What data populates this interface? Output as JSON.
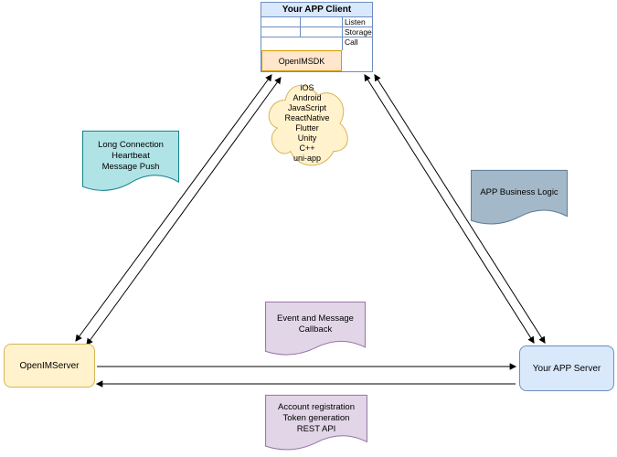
{
  "client": {
    "title": "Your APP Client",
    "rows": [
      "Listen",
      "Storage",
      "Call"
    ],
    "sdk": "OpenIMSDK"
  },
  "platforms": [
    "iOS",
    "Android",
    "JavaScript",
    "ReactNative",
    "Flutter",
    "Unity",
    "C++",
    "uni-app"
  ],
  "notes": {
    "long_connection": [
      "Long Connection",
      "Heartbeat",
      "Message Push"
    ],
    "business_logic": [
      "APP Business Logic"
    ],
    "event_callback": [
      "Event and Message",
      "Callback"
    ],
    "rest_api": [
      "Account registration",
      "Token generation",
      "REST API"
    ]
  },
  "servers": {
    "openim": "OpenIMServer",
    "app": "Your APP Server"
  },
  "colors": {
    "blue_fill": "#dae8fc",
    "blue_stroke": "#6c8ebf",
    "yellow_fill": "#fff2cc",
    "yellow_stroke": "#d6b656",
    "orange_fill": "#ffe6cc",
    "orange_stroke": "#d79b00",
    "teal_fill": "#b0e3e6",
    "teal_stroke": "#0e8088",
    "gray_fill": "#a3b9c9",
    "gray_stroke": "#5c7b94",
    "purple_fill": "#e1d5e7",
    "purple_stroke": "#9673a6",
    "arrow": "#000000"
  }
}
